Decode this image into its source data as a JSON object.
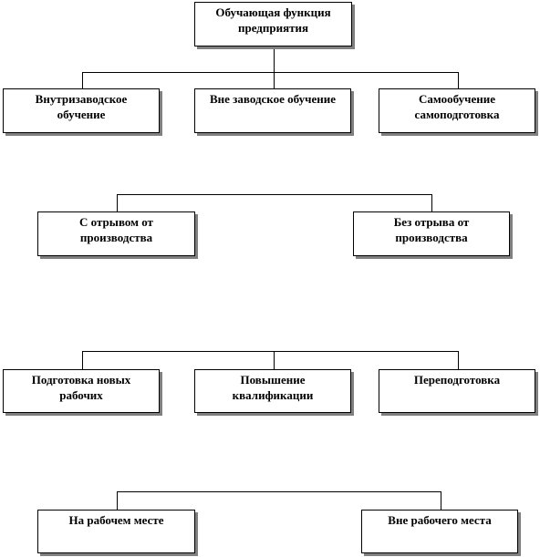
{
  "top": {
    "line1": "Обучающая функция",
    "line2": "предприятия"
  },
  "level1": [
    {
      "line1": "Внутризаводское",
      "line2": "обучение"
    },
    {
      "line1": "Вне заводское обучение",
      "line2": ""
    },
    {
      "line1": "Самообучение",
      "line2": "самоподготовка"
    }
  ],
  "level2": [
    {
      "line1": "С отрывом от",
      "line2": "производства"
    },
    {
      "line1": "Без отрыва от",
      "line2": "производства"
    }
  ],
  "level3": [
    {
      "line1": "Подготовка новых",
      "line2": "рабочих"
    },
    {
      "line1": "Повышение",
      "line2": "квалификации"
    },
    {
      "line1": "Переподготовка",
      "line2": ""
    }
  ],
  "level4": [
    {
      "line1": "На рабочем месте",
      "line2": ""
    },
    {
      "line1": "Вне рабочего места",
      "line2": ""
    }
  ]
}
